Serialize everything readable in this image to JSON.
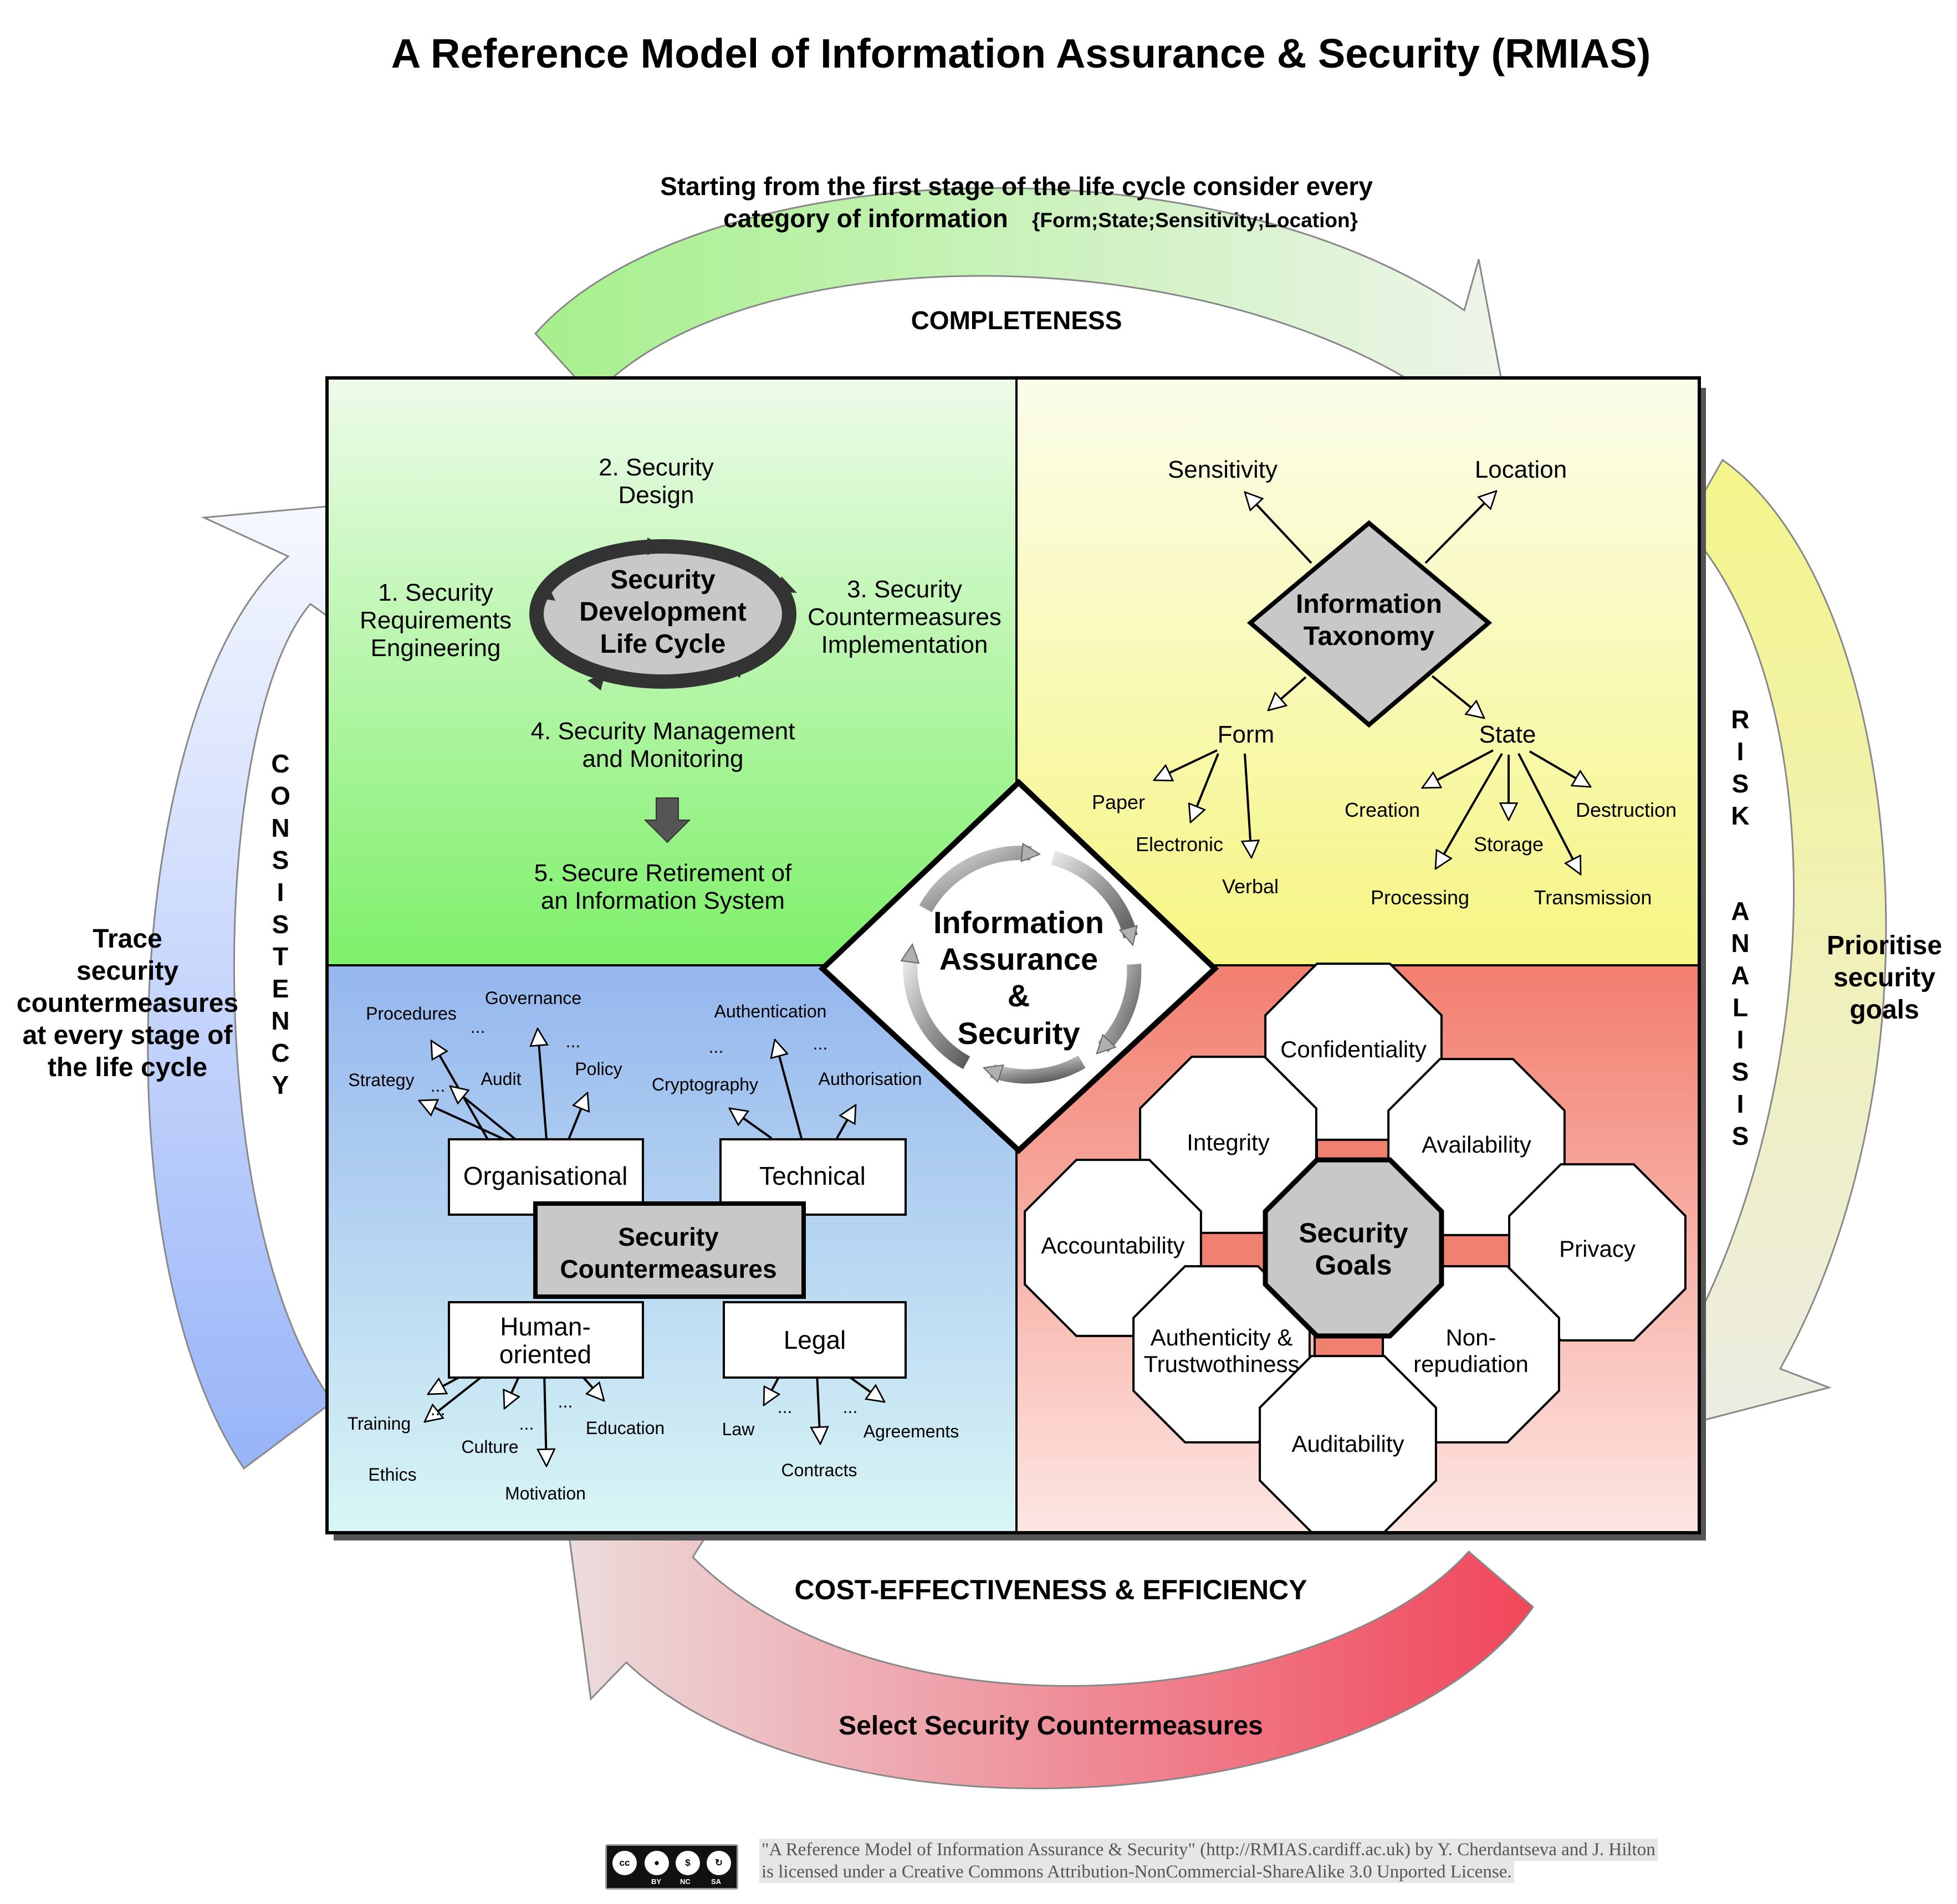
{
  "title": "A Reference Model of Information Assurance & Security (RMIAS)",
  "arrows": {
    "top_line1": "Starting from the first stage of the life cycle consider every",
    "top_line2": "category of information",
    "top_categories": "{Form;State;Sensitivity;Location}",
    "completeness": "COMPLETENESS",
    "consistency_letters": [
      "C",
      "O",
      "N",
      "S",
      "I",
      "S",
      "T",
      "E",
      "N",
      "C",
      "Y"
    ],
    "risk_letters": [
      "R",
      "I",
      "S",
      "K"
    ],
    "analysis_letters": [
      "A",
      "N",
      "A",
      "L",
      "I",
      "S",
      "I",
      "S"
    ],
    "left_text": [
      "Trace",
      "security",
      "countermeasures",
      "at every stage of",
      "the life cycle"
    ],
    "right_text": [
      "Prioritise",
      "security",
      "goals"
    ],
    "cost": "COST-EFFECTIVENESS & EFFICIENCY",
    "select": "Select Security Countermeasures"
  },
  "lifecycle": {
    "center": [
      "Security",
      "Development",
      "Life Cycle"
    ],
    "stage1": [
      "1. Security",
      "Requirements",
      "Engineering"
    ],
    "stage2": [
      "2. Security",
      "Design"
    ],
    "stage3": [
      "3. Security",
      "Countermeasures",
      "Implementation"
    ],
    "stage4": [
      "4. Security Management",
      "and Monitoring"
    ],
    "stage5": [
      "5. Secure Retirement of",
      "an Information System"
    ]
  },
  "taxonomy": {
    "center": [
      "Information",
      "Taxonomy"
    ],
    "sensitivity": "Sensitivity",
    "location": "Location",
    "form": "Form",
    "state": "State",
    "form_items": {
      "paper": "Paper",
      "electronic": "Electronic",
      "verbal": "Verbal"
    },
    "state_items": {
      "creation": "Creation",
      "storage": "Storage",
      "destruction": "Destruction",
      "processing": "Processing",
      "transmission": "Transmission"
    }
  },
  "center": [
    "Information",
    "Assurance",
    "&",
    "Security"
  ],
  "countermeasures": {
    "center": [
      "Security",
      "Countermeasures"
    ],
    "organisational": "Organisational",
    "technical": "Technical",
    "human": [
      "Human-",
      "oriented"
    ],
    "legal": "Legal",
    "org_items": {
      "procedures": "Procedures",
      "governance": "Governance",
      "strategy": "Strategy",
      "audit": "Audit",
      "policy": "Policy"
    },
    "tech_items": {
      "authentication": "Authentication",
      "cryptography": "Cryptography",
      "authorisation": "Authorisation"
    },
    "human_items": {
      "training": "Training",
      "ethics": "Ethics",
      "culture": "Culture",
      "motivation": "Motivation",
      "education": "Education"
    },
    "legal_items": {
      "law": "Law",
      "contracts": "Contracts",
      "agreements": "Agreements"
    },
    "ellipsis": "..."
  },
  "goals": {
    "center": [
      "Security",
      "Goals"
    ],
    "confidentiality": "Confidentiality",
    "integrity": "Integrity",
    "availability": "Availability",
    "accountability": "Accountability",
    "privacy": "Privacy",
    "authenticity": [
      "Authenticity &",
      "Trustwothiness"
    ],
    "nonrepudiation": [
      "Non-",
      "repudiation"
    ],
    "auditability": "Auditability"
  },
  "footer": {
    "line1": "\"A Reference Model of Information Assurance & Security\" (http://RMIAS.cardiff.ac.uk) by Y. Cherdantseva and J. Hilton",
    "line2": "is licensed under a Creative Commons Attribution-NonCommercial-ShareAlike 3.0 Unported License.",
    "badge": {
      "cc": "cc",
      "by": "BY",
      "nc": "NC",
      "sa": "SA"
    }
  },
  "colors": {
    "green_quadrant": "#7ef06a",
    "yellow_quadrant": "#f6f583",
    "blue_quadrant": "#95b6ee",
    "red_quadrant": "#f27e6e",
    "shape_gray": "#c8c8c8"
  }
}
